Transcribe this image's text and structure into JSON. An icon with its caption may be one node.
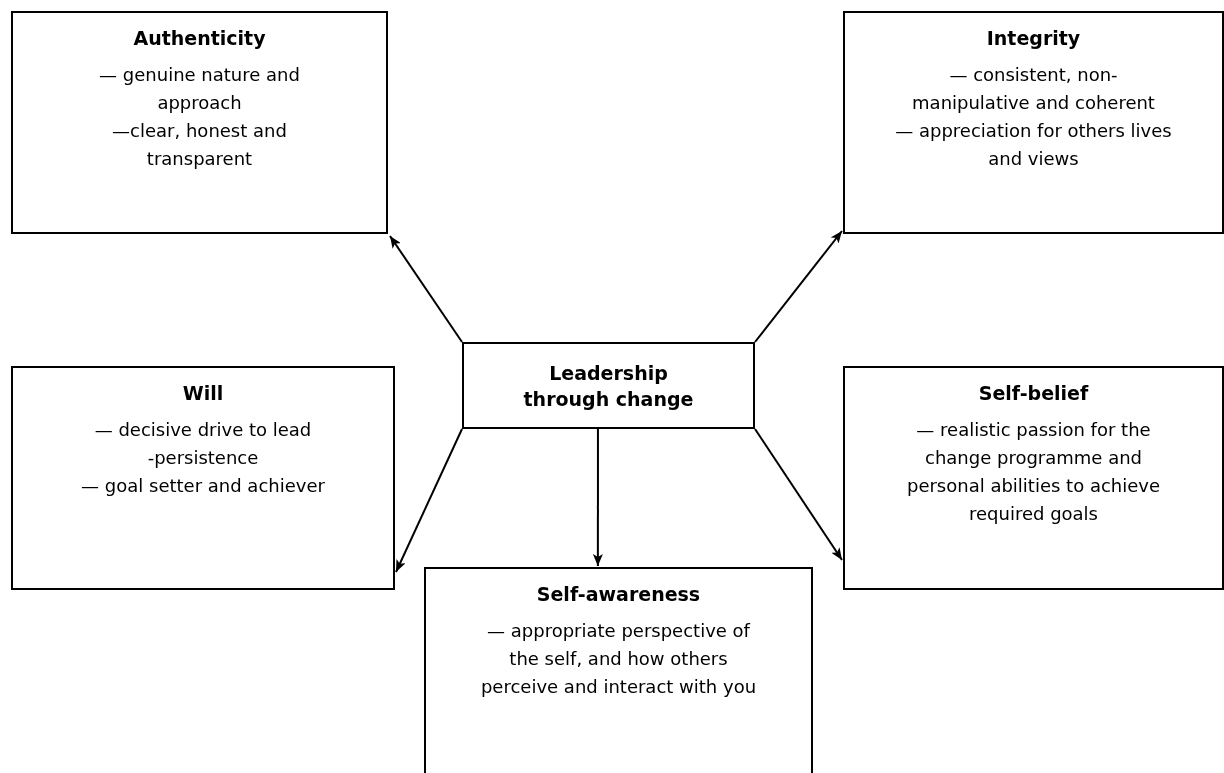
{
  "diagram": {
    "nodes": [
      {
        "text": [
          "Authenticity",
          "— genuine nature and approach",
          "—clear, honest and transparent"
        ]
      },
      {
        "text": [
          "Integrity",
          "— consistent, non-manipulative and coherent",
          "— appreciation for others lives and views"
        ]
      },
      {
        "text": [
          "Leadership through change"
        ]
      },
      {
        "text": [
          "Will",
          "— decisive drive to lead",
          "-persistence",
          "— goal setter and achiever"
        ]
      },
      {
        "text": [
          "Self-belief",
          "— realistic passion for the change programme and personal abilities to achieve required goals"
        ]
      },
      {
        "text": [
          "Self-awareness",
          "— appropriate perspective of the self, and how others perceive and interact with you"
        ]
      }
    ],
    "edges": [
      {
        "from": 2,
        "to": 0,
        "arrow": "to"
      },
      {
        "from": 2,
        "to": 1,
        "arrow": "to"
      },
      {
        "from": 2,
        "to": 3,
        "arrow": "to"
      },
      {
        "from": 2,
        "to": 5,
        "arrow": "to"
      },
      {
        "from": 2,
        "to": 4,
        "arrow": "to"
      }
    ]
  }
}
